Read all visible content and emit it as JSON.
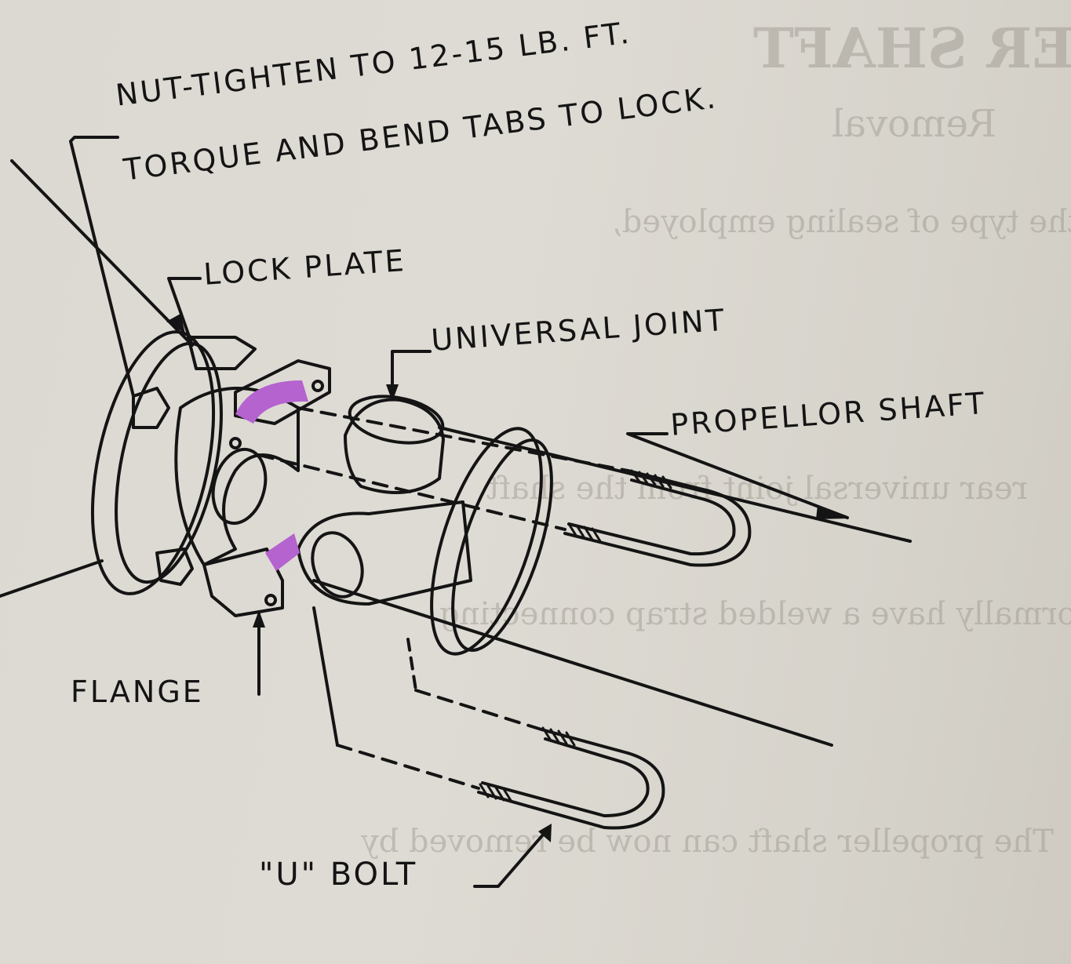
{
  "labels": {
    "nut_line1": "NUT-TIGHTEN TO 12-15 LB. FT.",
    "nut_line2": "TORQUE AND BEND TABS TO LOCK.",
    "lock_plate": "LOCK PLATE",
    "universal_joint": "UNIVERSAL JOINT",
    "propellor_shaft": "PROPELLOR SHAFT",
    "flange": "FLANGE",
    "u_bolt": "\"U\" BOLT"
  },
  "highlight_color": "#b463cf",
  "ink_color": "#141414",
  "paper_color": "#dcd9d2"
}
